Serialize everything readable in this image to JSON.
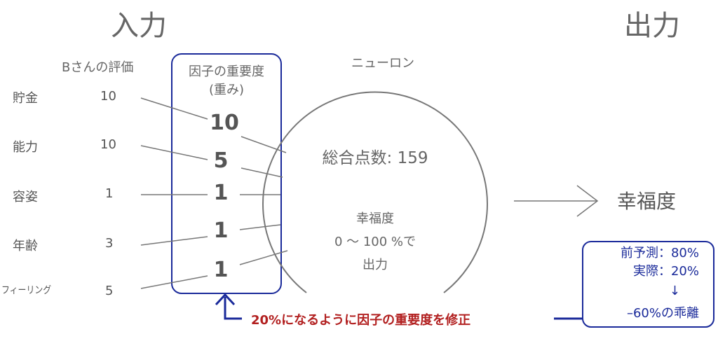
{
  "header": {
    "input": "入力",
    "output": "出力"
  },
  "columns": {
    "evaluation": "Bさんの評価",
    "weight_line1": "因子の重要度",
    "weight_line2": "(重み)",
    "neuron": "ニューロン"
  },
  "factors": [
    {
      "label": "貯金",
      "value": "10",
      "weight": "10"
    },
    {
      "label": "能力",
      "value": "10",
      "weight": "5"
    },
    {
      "label": "容姿",
      "value": "1",
      "weight": "1"
    },
    {
      "label": "年齢",
      "value": "3",
      "weight": "1"
    },
    {
      "label": "フィーリング",
      "value": "5",
      "weight": "1"
    }
  ],
  "neuron": {
    "total": "総合点数: 159",
    "desc1": "幸福度",
    "desc2": "0 ～ 100 %で",
    "desc3": "出力"
  },
  "output_label": "幸福度",
  "prediction_box": {
    "line1": "前予測：80%",
    "line2": "実際：20%",
    "arrow": "↓",
    "line3": "–60%の乖離"
  },
  "correction_text": "20%になるように因子の重要度を修正",
  "colors": {
    "accent_blue": "#1a2a9a",
    "accent_red": "#b22020",
    "line_gray": "#777777"
  }
}
